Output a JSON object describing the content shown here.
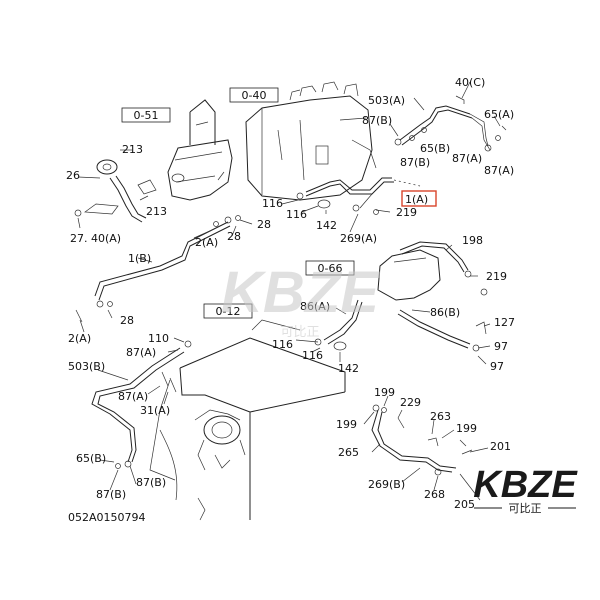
{
  "refs": [
    "0-51",
    "0-40",
    "0-66",
    "0-12"
  ],
  "labels": {
    "l213a": "213",
    "l26": "26",
    "l213b": "213",
    "l2740": "27. 40(A)",
    "l116a": "116",
    "l116b": "116",
    "l142a": "142",
    "l219a": "219",
    "l269a": "269(A)",
    "l1a": "1(A)",
    "l2a_top": "2(A)",
    "l28a": "28",
    "l28b": "28",
    "l40c": "40(C)",
    "l503a": "503(A)",
    "l65a": "65(A)",
    "l87a_1": "87(B)",
    "l65b_1": "65(B)",
    "l87b_1": "87(B)",
    "l87a_2": "87(A)",
    "l87a_3": "87(A)",
    "l1b": "1(B)",
    "l28c": "28",
    "l2a_bot": "2(A)",
    "l198": "198",
    "l219b": "219",
    "l86a": "86(A)",
    "l116c": "116",
    "l116d": "116",
    "l142b": "142",
    "l86b": "86(B)",
    "l127": "127",
    "l97a": "97",
    "l97b": "97",
    "l110": "110",
    "l87a_4": "87(A)",
    "l503b": "503(B)",
    "l87a_5": "87(A)",
    "l31a": "31(A)",
    "l65b_2": "65(B)",
    "l87b_2": "87(B)",
    "l87b_3": "87(B)",
    "l199a": "199",
    "l229": "229",
    "l199b": "199",
    "l263": "263",
    "l199c": "199",
    "l265": "265",
    "l201": "201",
    "l269b": "269(B)",
    "l268": "268",
    "l205": "205"
  },
  "part_number": "052A0150794",
  "watermark": {
    "center_logo": "KBZE",
    "center_sub": "可比正",
    "corner_logo": "KBZE",
    "corner_sub": "可比正"
  },
  "colors": {
    "highlight_box": "#d9442a",
    "watermark_center": "#c8c8c8",
    "watermark_corner": "#1a1a1a"
  }
}
